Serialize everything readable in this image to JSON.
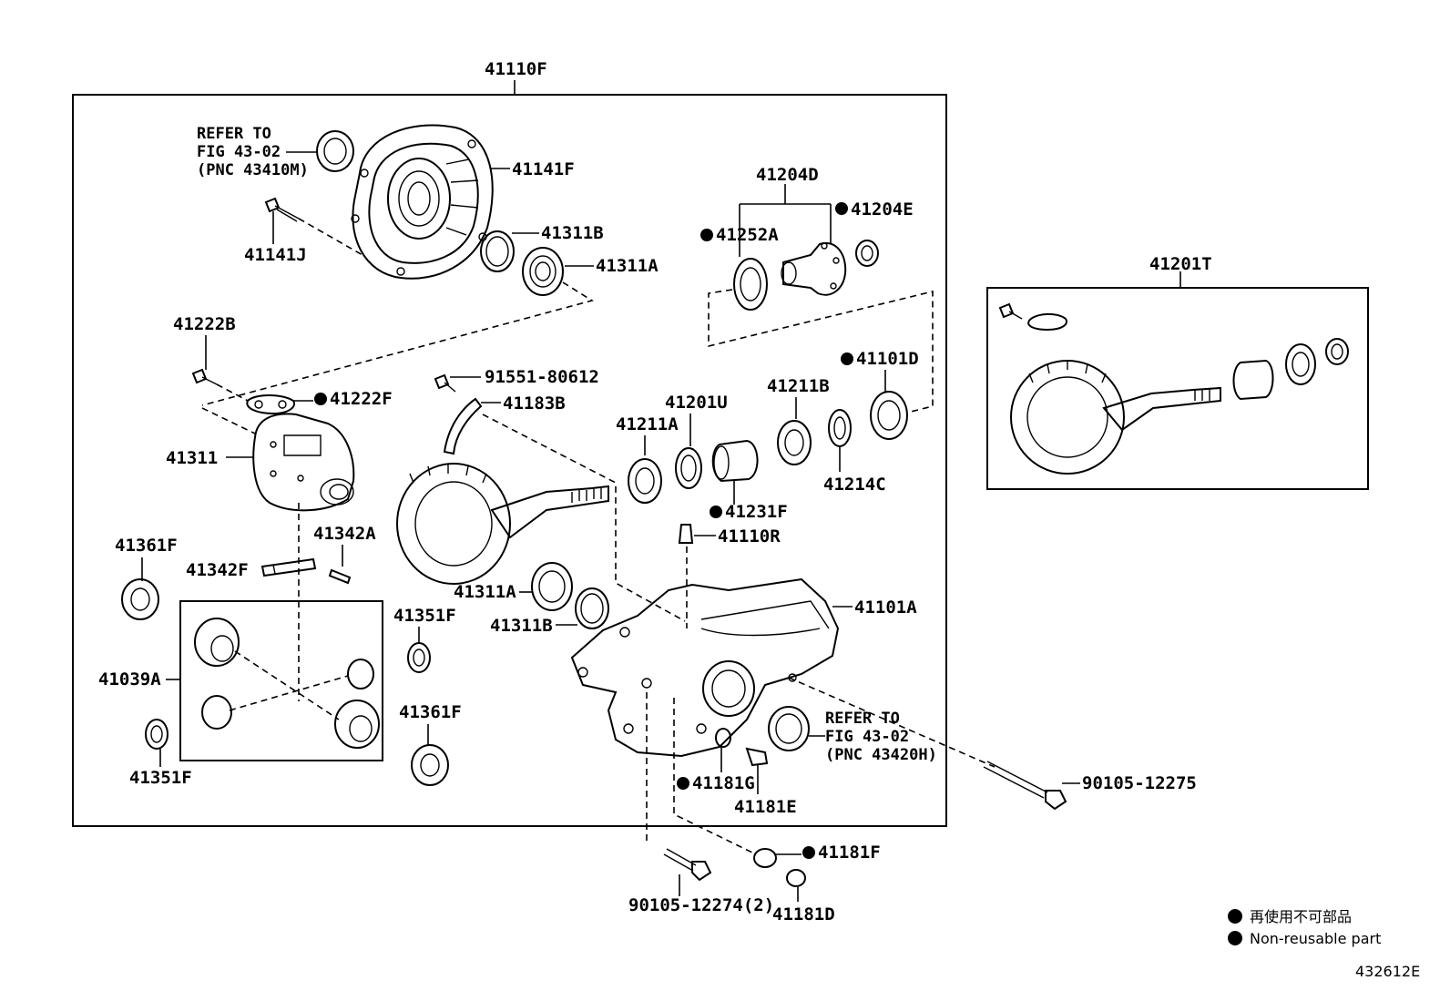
{
  "assembly_labels": {
    "main_assembly": "41110F",
    "ring_pinion_set": "41201T",
    "pinion_group": "41204D"
  },
  "part_labels": {
    "p41141F": "41141F",
    "p41141J": "41141J",
    "p41311B_top": "41311B",
    "p41311A_top": "41311A",
    "p41252A": "41252A",
    "p41204E": "41204E",
    "p41222B": "41222B",
    "p41222F": "41222F",
    "p91551": "91551-80612",
    "p41183B": "41183B",
    "p41101D": "41101D",
    "p41211B": "41211B",
    "p41201U": "41201U",
    "p41211A": "41211A",
    "p41311": "41311",
    "p41214C": "41214C",
    "p41231F": "41231F",
    "p41110R": "41110R",
    "p41361F_top": "41361F",
    "p41342A": "41342A",
    "p41342F": "41342F",
    "p41311A_mid": "41311A",
    "p41101A": "41101A",
    "p41311B_mid": "41311B",
    "p41351F_right": "41351F",
    "p41039A": "41039A",
    "p41361F_bottom": "41361F",
    "p41351F_left": "41351F",
    "p41181G": "41181G",
    "p41181E": "41181E",
    "p90105_12275": "90105-12275",
    "p41181F": "41181F",
    "p90105_12274": "90105-12274(2)",
    "p41181D": "41181D"
  },
  "references": {
    "ref_top": [
      "REFER TO",
      "FIG 43-02",
      "(PNC 43410M)"
    ],
    "ref_bottom": [
      "REFER TO",
      "FIG 43-02",
      "(PNC 43420H)"
    ]
  },
  "legend": {
    "japanese": "再使用不可部品",
    "english": "Non-reusable part"
  },
  "figure_code": "432612E"
}
